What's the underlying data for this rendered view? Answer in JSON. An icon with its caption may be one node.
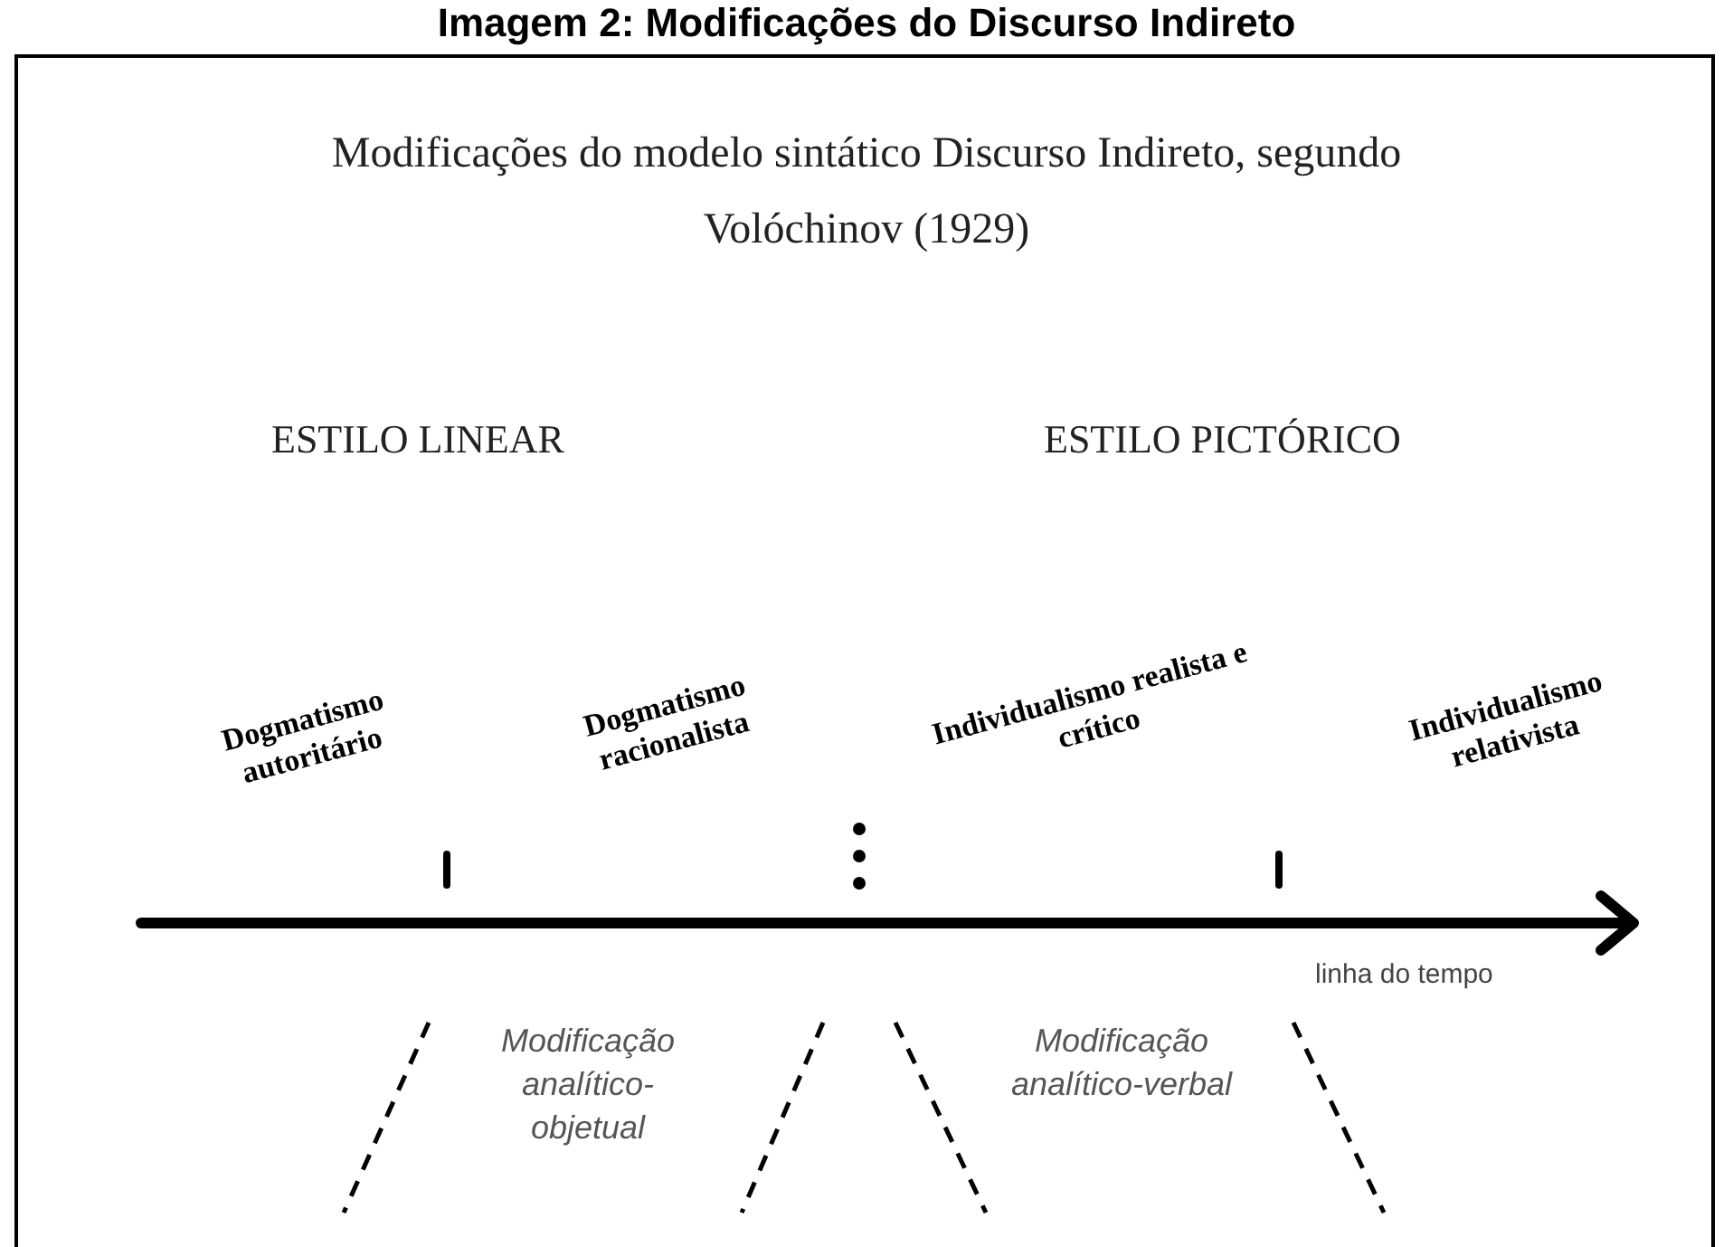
{
  "diagram": {
    "title": "Imagem 2: Modificações do Discurso Indireto",
    "labels": [
      "Modificações do modelo sintático Discurso Indireto, segundo Volóchinov (1929)",
      "ESTILO LINEAR",
      "ESTILO PICTÓRICO",
      "Dogmatismo autoritário",
      "Dogmatismo racionalista",
      "Individualismo realista e crítico",
      "Individualismo relativista",
      "linha do tempo",
      "Modificação analítico-objetual",
      "Modificação analítico-verbal"
    ]
  }
}
